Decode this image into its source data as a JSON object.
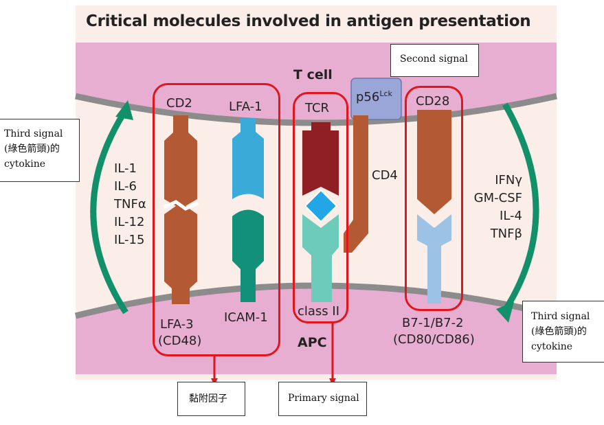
{
  "title": "Critical molecules involved in antigen presentation",
  "cells": {
    "t_cell": "T cell",
    "apc": "APC"
  },
  "molecules": {
    "cd2": "CD2",
    "lfa1": "LFA-1",
    "tcr": "TCR",
    "p56_base": "p56",
    "p56_sup": "Lck",
    "cd4": "CD4",
    "cd28": "CD28",
    "lfa3_line1": "LFA-3",
    "lfa3_line2": "(CD48)",
    "icam1": "ICAM-1",
    "class2": "class II",
    "b7_line1": "B7-1/B7-2",
    "b7_line2": "(CD80/CD86)"
  },
  "cytokines_left": [
    "IL-1",
    "IL-6",
    "TNFα",
    "IL-12",
    "IL-15"
  ],
  "cytokines_right": [
    "IFNγ",
    "GM-CSF",
    "IL-4",
    "TNFβ"
  ],
  "callouts": {
    "second_signal": "Second signal",
    "third_left": [
      "Third signal",
      "(綠色箭頭)的",
      "cytokine"
    ],
    "third_right": [
      "Third signal",
      "(綠色箭頭)的",
      "cytokine"
    ],
    "adhesion": "黏附因子",
    "primary_signal": "Primary signal"
  },
  "colors": {
    "membrane_pink": "#e7aed2",
    "membrane_grey": "#8c8c8c",
    "brown": "#b35a34",
    "lfa1_blue": "#3aaad8",
    "icam_teal": "#12907a",
    "tcr_red": "#8f1f24",
    "class2_teal": "#6ccbbb",
    "antigen_blue": "#23a6e6",
    "cd28_lower_blue": "#9cc3e6",
    "p56_box": "#9aa6d8",
    "arrow_green": "#12906a",
    "highlight_red": "#e2141c"
  }
}
